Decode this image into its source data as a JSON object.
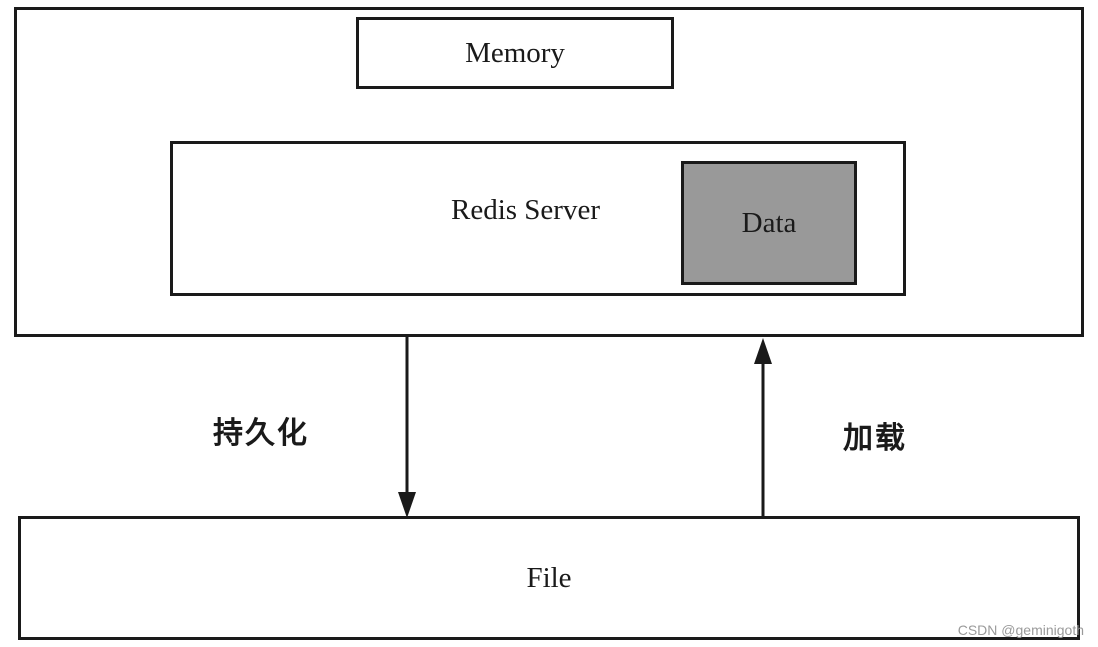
{
  "diagram": {
    "memory_label": "Memory",
    "server_label": "Redis Server",
    "data_label": "Data",
    "file_label": "File",
    "persist_label": "持久化",
    "load_label": "加载",
    "watermark": "CSDN @geminigoth",
    "colors": {
      "stroke": "#1a1a1a",
      "data_fill": "#999999",
      "background": "#ffffff"
    }
  }
}
